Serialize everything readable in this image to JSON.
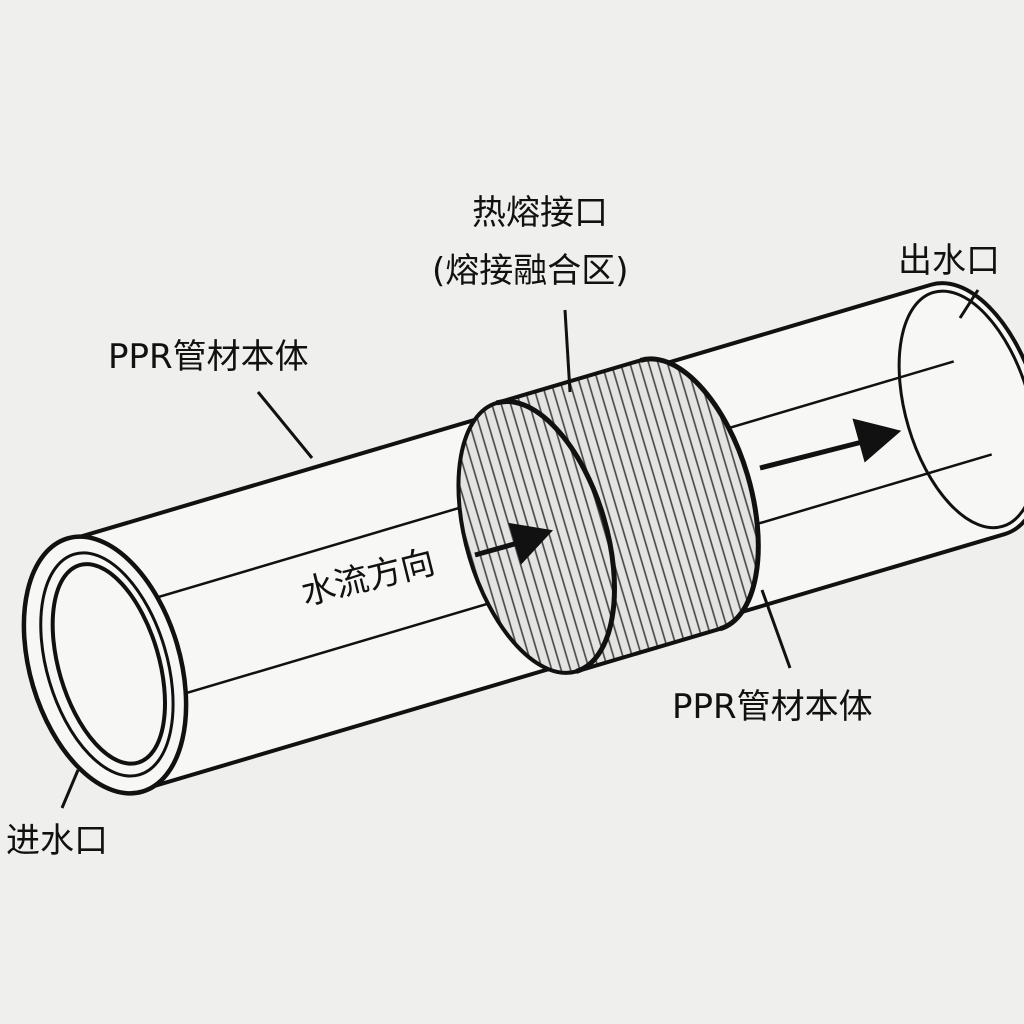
{
  "labels": {
    "joint_title": "热熔接口",
    "joint_subtitle": "(熔接融合区)",
    "outlet": "出水口",
    "pipe_body_left": "PPR管材本体",
    "pipe_body_right": "PPR管材本体",
    "flow_direction": "水流方向",
    "inlet": "进水口"
  },
  "colors": {
    "line": "#111111",
    "background": "#efefed",
    "pipe": "#f7f7f5"
  }
}
